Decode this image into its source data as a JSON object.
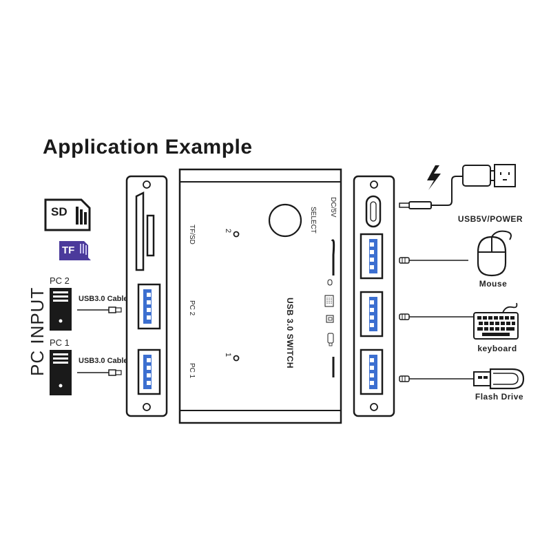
{
  "title": "Application Example",
  "pc_input": {
    "heading": "PC INPUT",
    "pc2_label": "PC 2",
    "pc1_label": "PC 1",
    "cable_pc2": "USB3.0 Cable",
    "cable_pc1": "USB3.0 Cable"
  },
  "cards": {
    "sd_label": "SD",
    "tf_label": "TF"
  },
  "device": {
    "name": "USB 3.0 SWITCH",
    "tfsd": "TF/SD",
    "pc2": "PC 2",
    "pc1": "PC 1",
    "led2": "2",
    "led1": "1",
    "select": "SELECT",
    "dc": "DC/5V"
  },
  "right": {
    "power_label": "USB5V/POWER",
    "mouse_label": "Mouse",
    "keyboard_label": "keyboard",
    "flash_label": "Flash Drive"
  },
  "colors": {
    "ink": "#1a1a1a",
    "usb_blue": "#3c6fd0",
    "tf_purple": "#4b3a9b"
  }
}
